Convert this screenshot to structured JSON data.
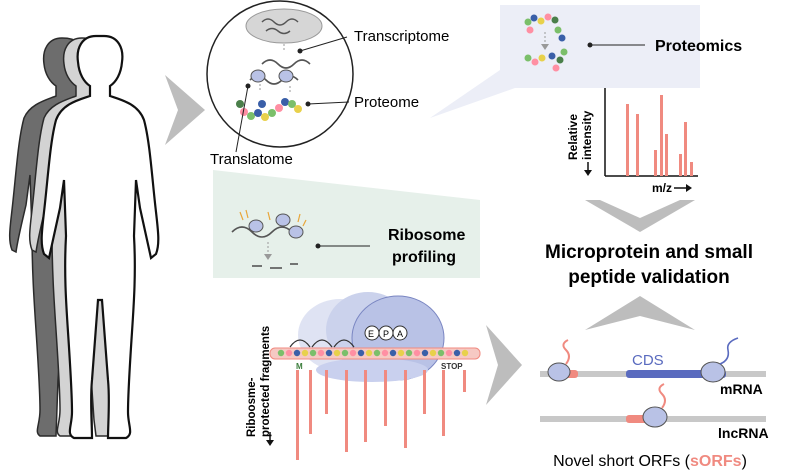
{
  "labels": {
    "transcriptome": "Transcriptome",
    "proteome": "Proteome",
    "translatome": "Translatome",
    "proteomics": "Proteomics",
    "ms_ylabel_line1": "Relative",
    "ms_ylabel_line2": "intensity",
    "ms_xlabel": "m/z",
    "ribosome_profiling_line1": "Ribosome",
    "ribosome_profiling_line2": "profiling",
    "validation_line1": "Microprotein and small",
    "validation_line2": "peptide validation",
    "rpf_label_line1": "Riboosme-",
    "rpf_label_line2": "protected fragments",
    "start_codon": "M",
    "stop_codon": "STOP",
    "site_e": "E",
    "site_p": "P",
    "site_a": "A",
    "cds": "CDS",
    "mrna": "mRNA",
    "lncrna": "lncRNA",
    "sorfs_prefix": "Novel short ORFs (",
    "sorfs_highlight": "sORFs",
    "sorfs_suffix": ")"
  },
  "colors": {
    "accent_salmon": "#f08a80",
    "ribosome_blue": "#b9c2e6",
    "ribosome_dark": "#6f7fc4",
    "cds_blue": "#5a6bbf",
    "arrow_gray": "#bdbdbd",
    "panel_lavender": "#eceef7",
    "panel_green": "#e6f0ea",
    "rna_gray": "#c8c8c8"
  }
}
